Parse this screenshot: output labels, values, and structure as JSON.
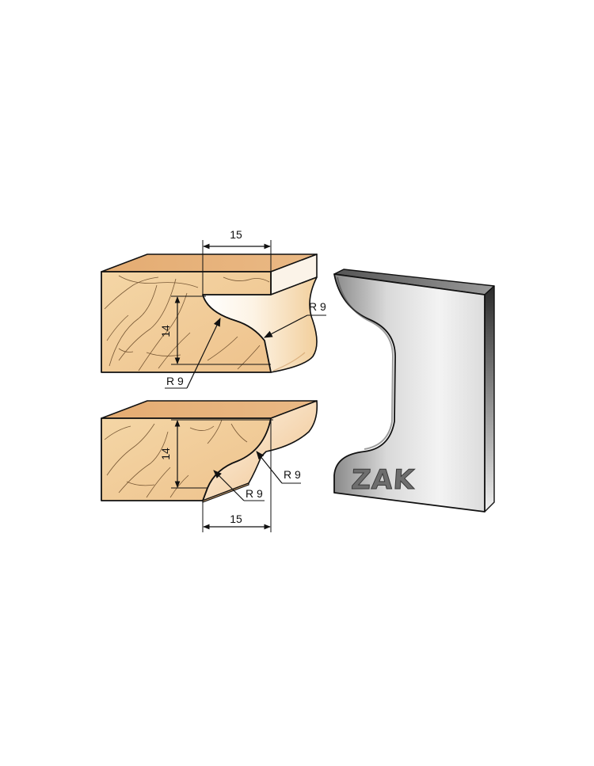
{
  "top_profile": {
    "width_label": "15",
    "height_label": "14",
    "radius_label_right": "R 9",
    "radius_label_left": "R 9"
  },
  "bottom_profile": {
    "width_label": "15",
    "height_label": "14",
    "radius_label_right": "R 9",
    "radius_label_left": "R 9"
  },
  "cutter_knife": {
    "brand_logo": "ZAK"
  },
  "colors": {
    "wood_face": "#f1cf99",
    "wood_top": "#e7b47b",
    "wood_lit": "#fbeede",
    "steel_light": "#f2f2f2",
    "steel_dark": "#808080",
    "outline": "#111111"
  }
}
